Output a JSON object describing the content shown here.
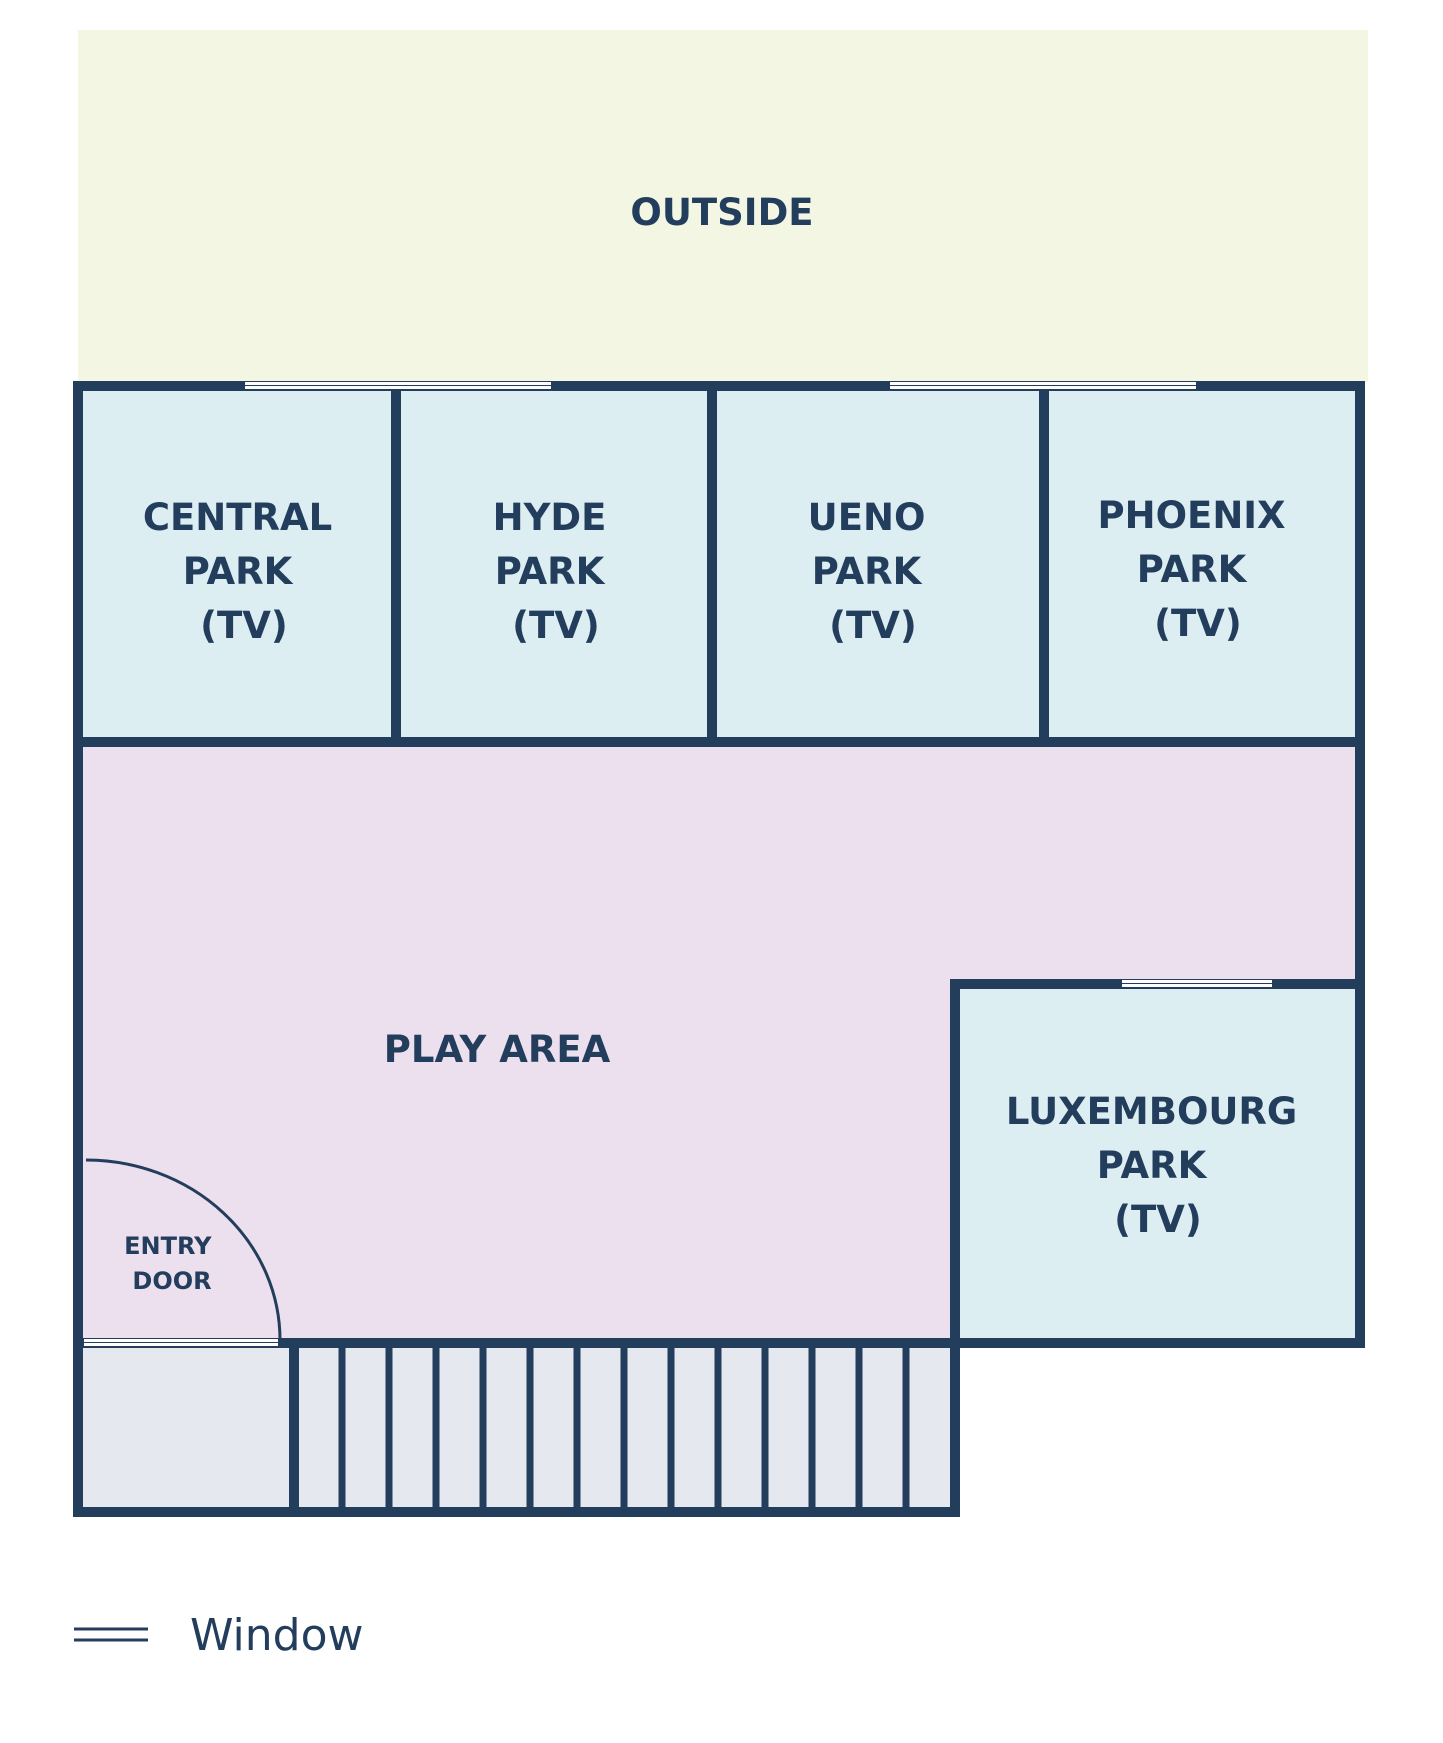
{
  "colors": {
    "wall": "#233d5c",
    "outside": "#f2f6e3",
    "tv_room": "#ddeef3",
    "play_area": "#ede0ee",
    "porch": "#e5e8ee",
    "window": "#ffffff"
  },
  "rooms": {
    "outside": {
      "label": "OUTSIDE"
    },
    "central_park": {
      "lines": [
        "CENTRAL",
        "PARK",
        "(TV)"
      ]
    },
    "hyde_park": {
      "lines": [
        "HYDE",
        "PARK",
        "(TV)"
      ]
    },
    "ueno_park": {
      "lines": [
        "UENO",
        "PARK",
        "(TV)"
      ]
    },
    "phoenix_park": {
      "lines": [
        "PHOENIX",
        "PARK",
        "(TV)"
      ]
    },
    "play_area": {
      "label": "PLAY AREA"
    },
    "luxembourg_park": {
      "lines": [
        "LUXEMBOURG",
        "PARK",
        "(TV)"
      ]
    },
    "entry_door": {
      "lines": [
        "ENTRY",
        "DOOR"
      ]
    }
  },
  "legend": {
    "window_label": "Window",
    "window_icon": "double-line-icon"
  }
}
